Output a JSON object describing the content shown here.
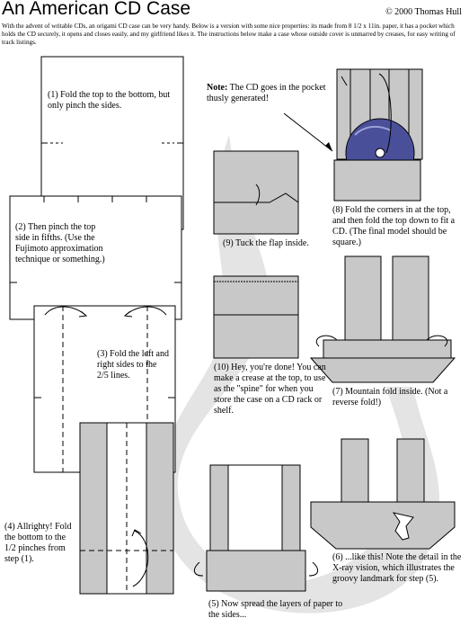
{
  "title": "An American CD Case",
  "copyright": "© 2000 Thomas Hull",
  "intro": "With the advent of writable CDs, an origami CD case can be very handy.  Below is a version with some nice properties: its made from 8 1/2 x 11in. paper, it has a pocket which holds the CD securely, it opens and closes easily, and my girlfriend likes it. The instructions below make a case whose outside cover is unmarred by creases, for easy writing of track listings.",
  "note_label": "Note:",
  "note_text": "The CD goes in the pocket thusly generated!",
  "steps": {
    "s1": "(1) Fold the top to the bottom, but only pinch the sides.",
    "s2": "(2) Then pinch the top side in fifths.  (Use the Fujimoto approximation technique or something.)",
    "s3": "(3) Fold the left and right sides to the 2/5 lines.",
    "s4": "(4) Allrighty!  Fold the bottom to the 1/2 pinches from step (1).",
    "s5": "(5) Now spread the layers of paper to the sides...",
    "s6": "(6) ...like this!  Note the detail in the X-ray vision, which illustrates the groovy landmark for step (5).",
    "s7": "(7) Mountain fold inside. (Not a reverse fold!)",
    "s8": "(8) Fold the corners in at the top, and then fold the top down to fit a CD.  (The final model should be square.)",
    "s9": "(9) Tuck the flap inside.",
    "s10": "(10) Hey, you're done!  You can  make a crease at the top, to use as the \"spine\" for when you store the case on a CD rack or shelf."
  },
  "colors": {
    "paper_back": "#c8c8c8",
    "paper_front": "#ffffff",
    "cd": "#4a4f9a",
    "swoosh": "#e4e4e4"
  }
}
